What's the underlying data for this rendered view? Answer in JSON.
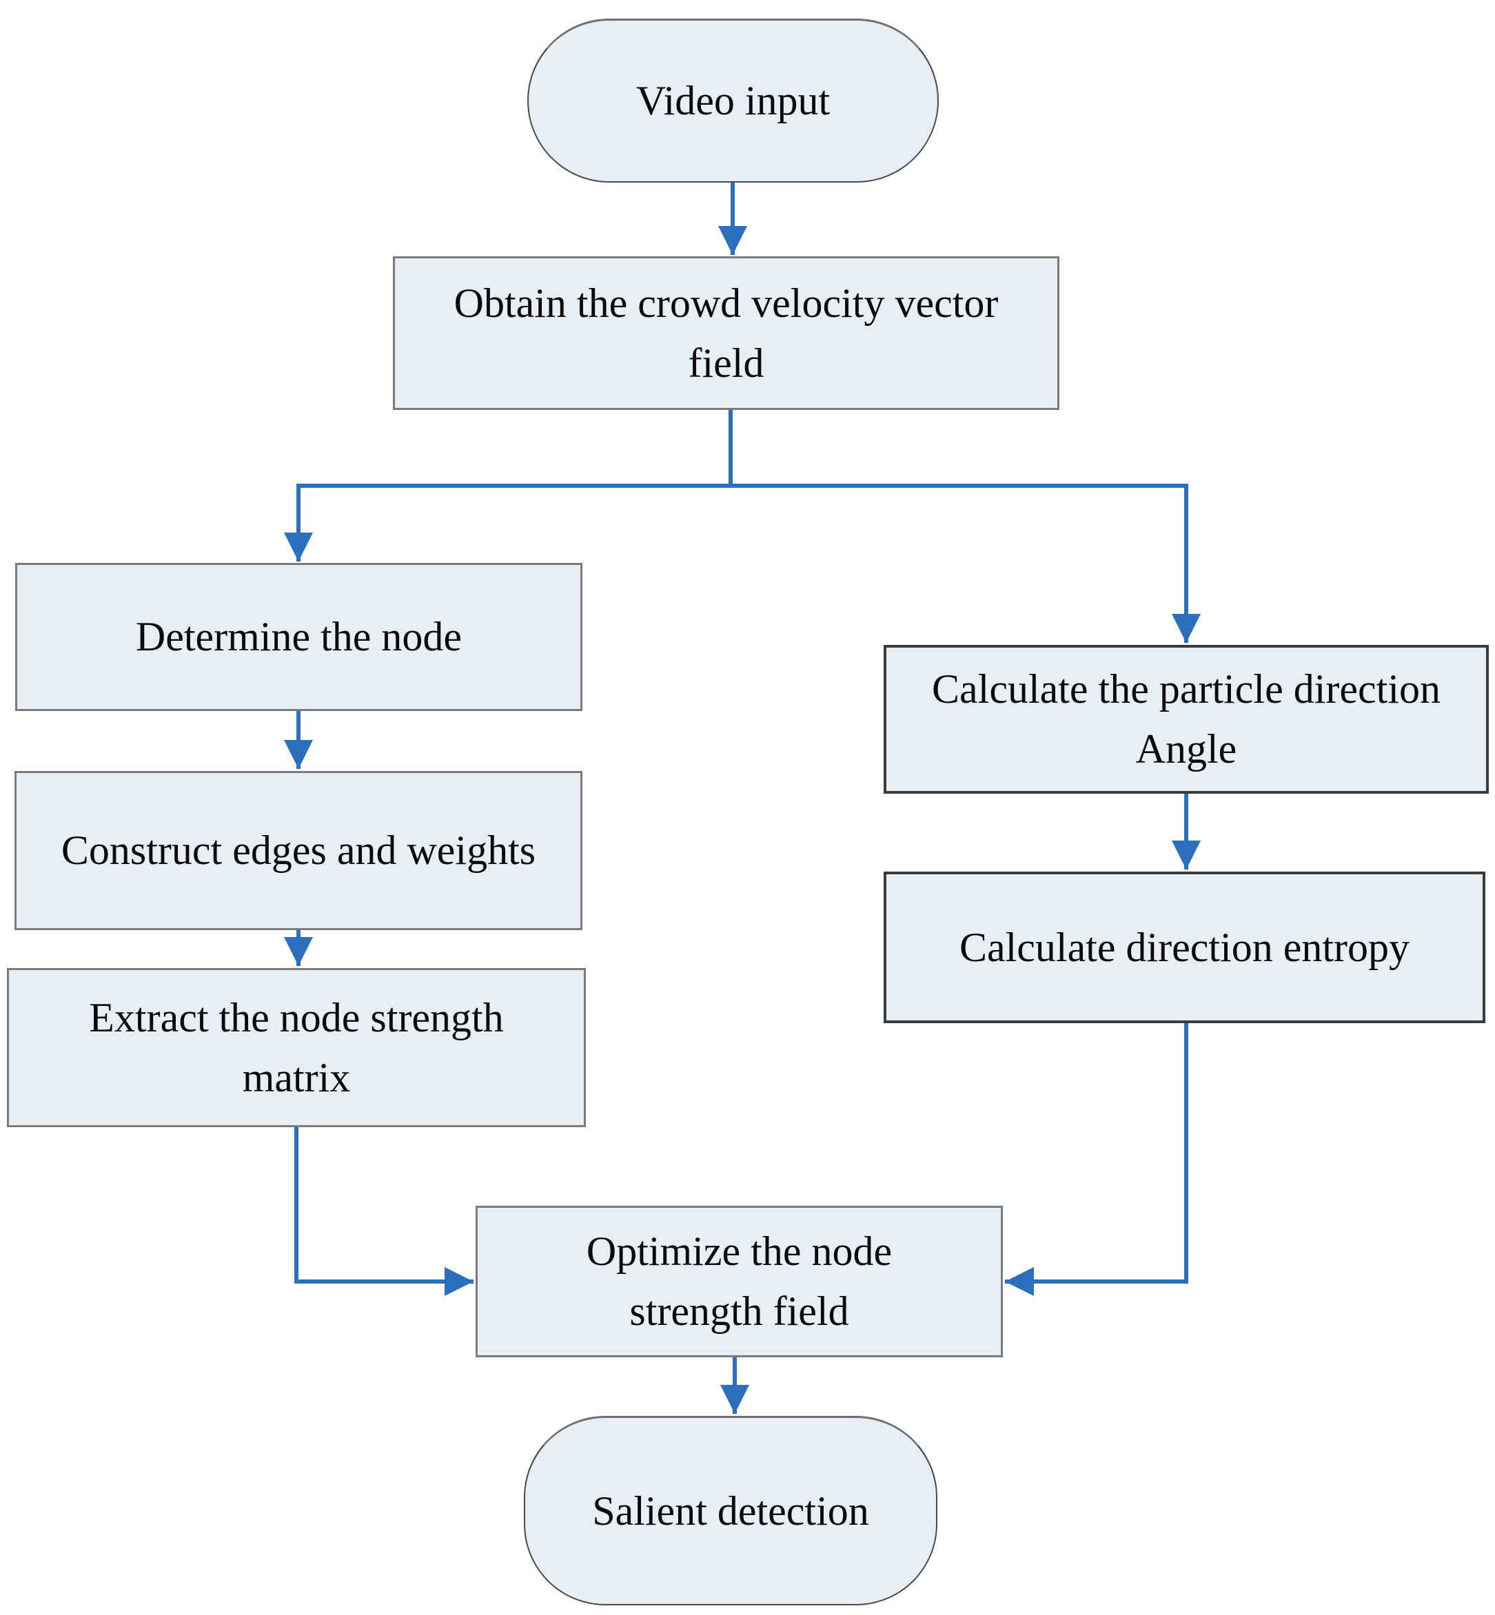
{
  "diagram": {
    "type": "flowchart",
    "background": "#ffffff",
    "nodes": [
      {
        "id": "video-input",
        "shape": "stadium",
        "label": "Video input"
      },
      {
        "id": "obtain-crowd-velocity-field",
        "shape": "rectangle",
        "label": "Obtain the crowd velocity vector\nfield"
      },
      {
        "id": "determine-the-node",
        "shape": "rectangle",
        "label": "Determine the node"
      },
      {
        "id": "construct-edges-and-weights",
        "shape": "rectangle",
        "label": "Construct edges and weights"
      },
      {
        "id": "extract-node-strength-matrix",
        "shape": "rectangle",
        "label": "Extract the node strength\nmatrix"
      },
      {
        "id": "calculate-particle-direction-angle",
        "shape": "rectangle",
        "label": "Calculate the particle direction\nAngle"
      },
      {
        "id": "calculate-direction-entropy",
        "shape": "rectangle",
        "label": "Calculate direction entropy"
      },
      {
        "id": "optimize-node-strength-field",
        "shape": "rectangle",
        "label": "Optimize the node\nstrength field"
      },
      {
        "id": "salient-detection",
        "shape": "stadium",
        "label": "Salient detection"
      }
    ],
    "edges": [
      {
        "from": "video-input",
        "to": "obtain-crowd-velocity-field"
      },
      {
        "from": "obtain-crowd-velocity-field",
        "to": "determine-the-node"
      },
      {
        "from": "obtain-crowd-velocity-field",
        "to": "calculate-particle-direction-angle"
      },
      {
        "from": "determine-the-node",
        "to": "construct-edges-and-weights"
      },
      {
        "from": "construct-edges-and-weights",
        "to": "extract-node-strength-matrix"
      },
      {
        "from": "extract-node-strength-matrix",
        "to": "optimize-node-strength-field"
      },
      {
        "from": "calculate-particle-direction-angle",
        "to": "calculate-direction-entropy"
      },
      {
        "from": "calculate-direction-entropy",
        "to": "optimize-node-strength-field"
      },
      {
        "from": "optimize-node-strength-field",
        "to": "salient-detection"
      }
    ],
    "colors": {
      "node_fill": "#e8eef6",
      "node_border_gray": "#7b7b7b",
      "node_border_dark": "#3a3a3a",
      "arrow_blue": "#2b6fbd",
      "text": "#0a0a0a"
    }
  }
}
